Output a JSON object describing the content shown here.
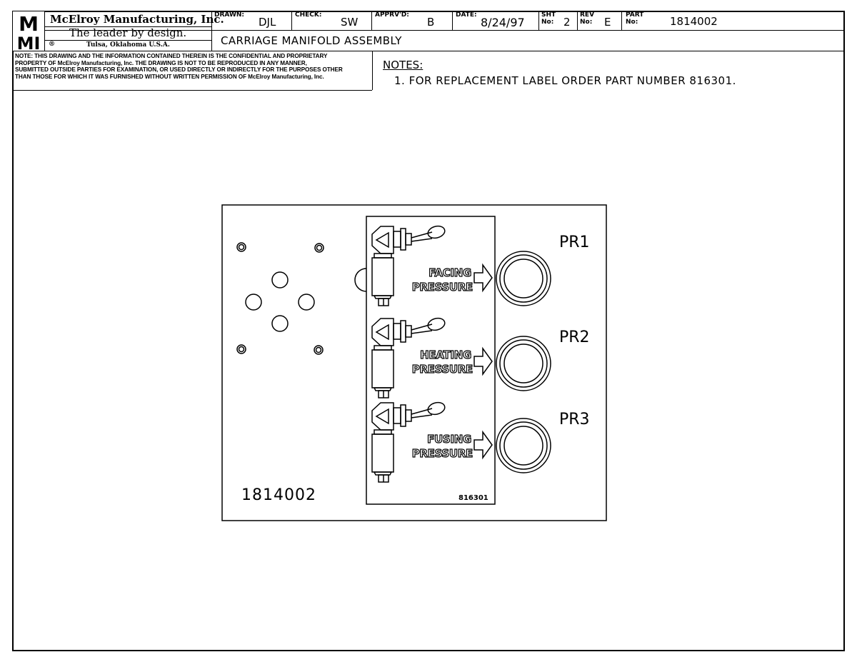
{
  "title_block": {
    "company_name": "McElroy Manufacturing, Inc.",
    "tagline": "The leader by design.",
    "registered": "®",
    "location": "Tulsa, Oklahoma U.S.A.",
    "logo_letters": "MMI",
    "drawn_label": "DRAWN:",
    "drawn_value": "DJL",
    "check_label": "CHECK:",
    "check_value": "SW",
    "approved_label": "APPRV'D:",
    "approved_value": "B",
    "date_label": "DATE:",
    "date_value": "8/24/97",
    "sheet_label_1": "SHT",
    "sheet_label_2": "No:",
    "sheet_value": "2",
    "rev_label_1": "REV",
    "rev_label_2": "No:",
    "rev_value": "E",
    "part_label_1": "PART",
    "part_label_2": "No:",
    "part_value": "1814002",
    "drawing_title": "CARRIAGE MANIFOLD ASSEMBLY"
  },
  "confidentiality": {
    "lines": [
      "NOTE: THIS DRAWING AND THE INFORMATION CONTAINED THEREIN IS THE CONFIDENTIAL AND PROPRIETARY",
      "PROPERTY OF McElroy Manufacturing, Inc. THE DRAWING IS NOT TO BE REPRODUCED IN ANY MANNER,",
      "SUBMITTED OUTSIDE PARTIES FOR EXAMINATION, OR USED DIRECTLY OR INDIRECTLY FOR THE PURPOSES OTHER",
      "THAN THOSE FOR WHICH IT WAS FURNISHED WITHOUT WRITTEN PERMISSION OF McElroy Manufacturing, Inc."
    ]
  },
  "notes": {
    "heading": "NOTES:",
    "items": [
      "1. FOR REPLACEMENT LABEL ORDER PART NUMBER 816301."
    ]
  },
  "drawing": {
    "part_number": "1814002",
    "label_part_number": "816301",
    "gauges": [
      {
        "tag": "PR1",
        "line1": "FACING",
        "line2": "PRESSURE"
      },
      {
        "tag": "PR2",
        "line1": "HEATING",
        "line2": "PRESSURE"
      },
      {
        "tag": "PR3",
        "line1": "FUSING",
        "line2": "PRESSURE"
      }
    ]
  }
}
